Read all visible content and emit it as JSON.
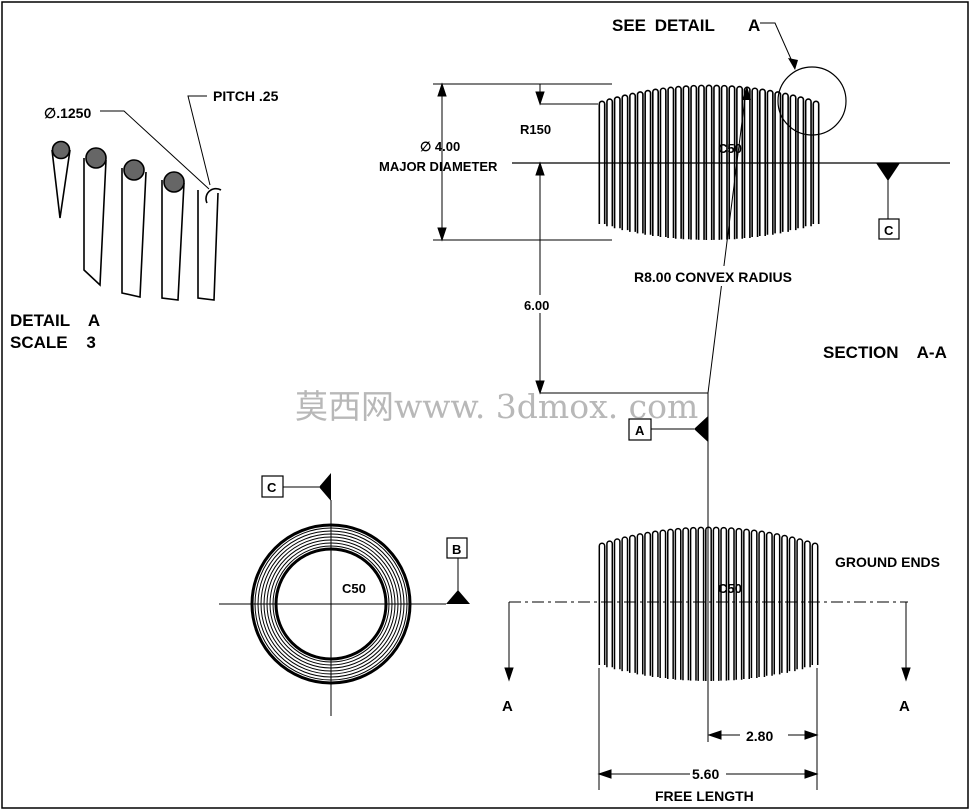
{
  "labels": {
    "see_detail": "SEE DETAIL",
    "see_detail_ref": "A",
    "dia_1250": "∅.1250",
    "pitch": "PITCH .25",
    "major_dia_value": "∅ 4.00",
    "major_dia_text": "MAJOR DIAMETER",
    "r150": "R150",
    "c50_side": "C50",
    "r8_convex": "R8.00 CONVEX RADIUS",
    "dim_6": "6.00",
    "detail_a": "DETAIL A",
    "scale_3": "SCALE 3",
    "section_aa": "SECTION A-A",
    "datum_c_top": "C",
    "datum_a": "A",
    "datum_c_left": "C",
    "datum_b": "B",
    "c50_end": "C50",
    "c50_front": "C50",
    "ground_ends": "GROUND ENDS",
    "arrow_a_left": "A",
    "arrow_a_right": "A",
    "dim_280": "2.80",
    "dim_560": "5.60",
    "free_length": "FREE LENGTH",
    "watermark": "莫西网www. 3dmox. com"
  }
}
